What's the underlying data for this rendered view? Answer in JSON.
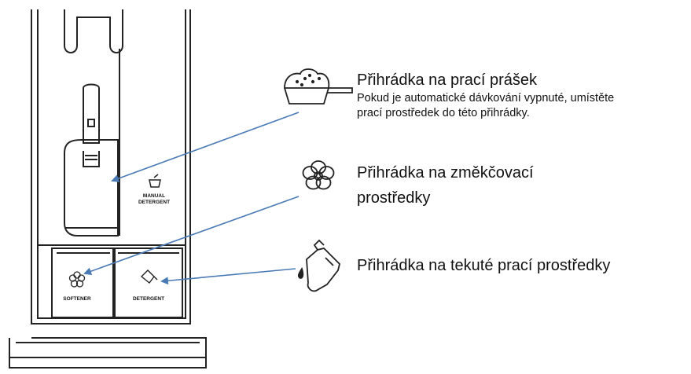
{
  "drawer_labels": {
    "manual_detergent_line1": "MANUAL",
    "manual_detergent_line2": "DETERGENT",
    "softener": "SOFTENER",
    "detergent": "DETERGENT"
  },
  "callouts": [
    {
      "icon": "powder-scoop-icon",
      "title": "Přihrádka na prací prášek",
      "description_line1": "Pokud je automatické dávkování vypnuté, umístěte",
      "description_line2": "prací prostředek do této přihrádky."
    },
    {
      "icon": "flower-softener-icon",
      "title_line1": "Přihrádka na změkčovací",
      "title_line2": "prostředky"
    },
    {
      "icon": "liquid-bottle-icon",
      "title": "Přihrádka na tekuté prací prostředky"
    }
  ],
  "colors": {
    "arrow": "#4a7ab5",
    "outline": "#222222"
  }
}
